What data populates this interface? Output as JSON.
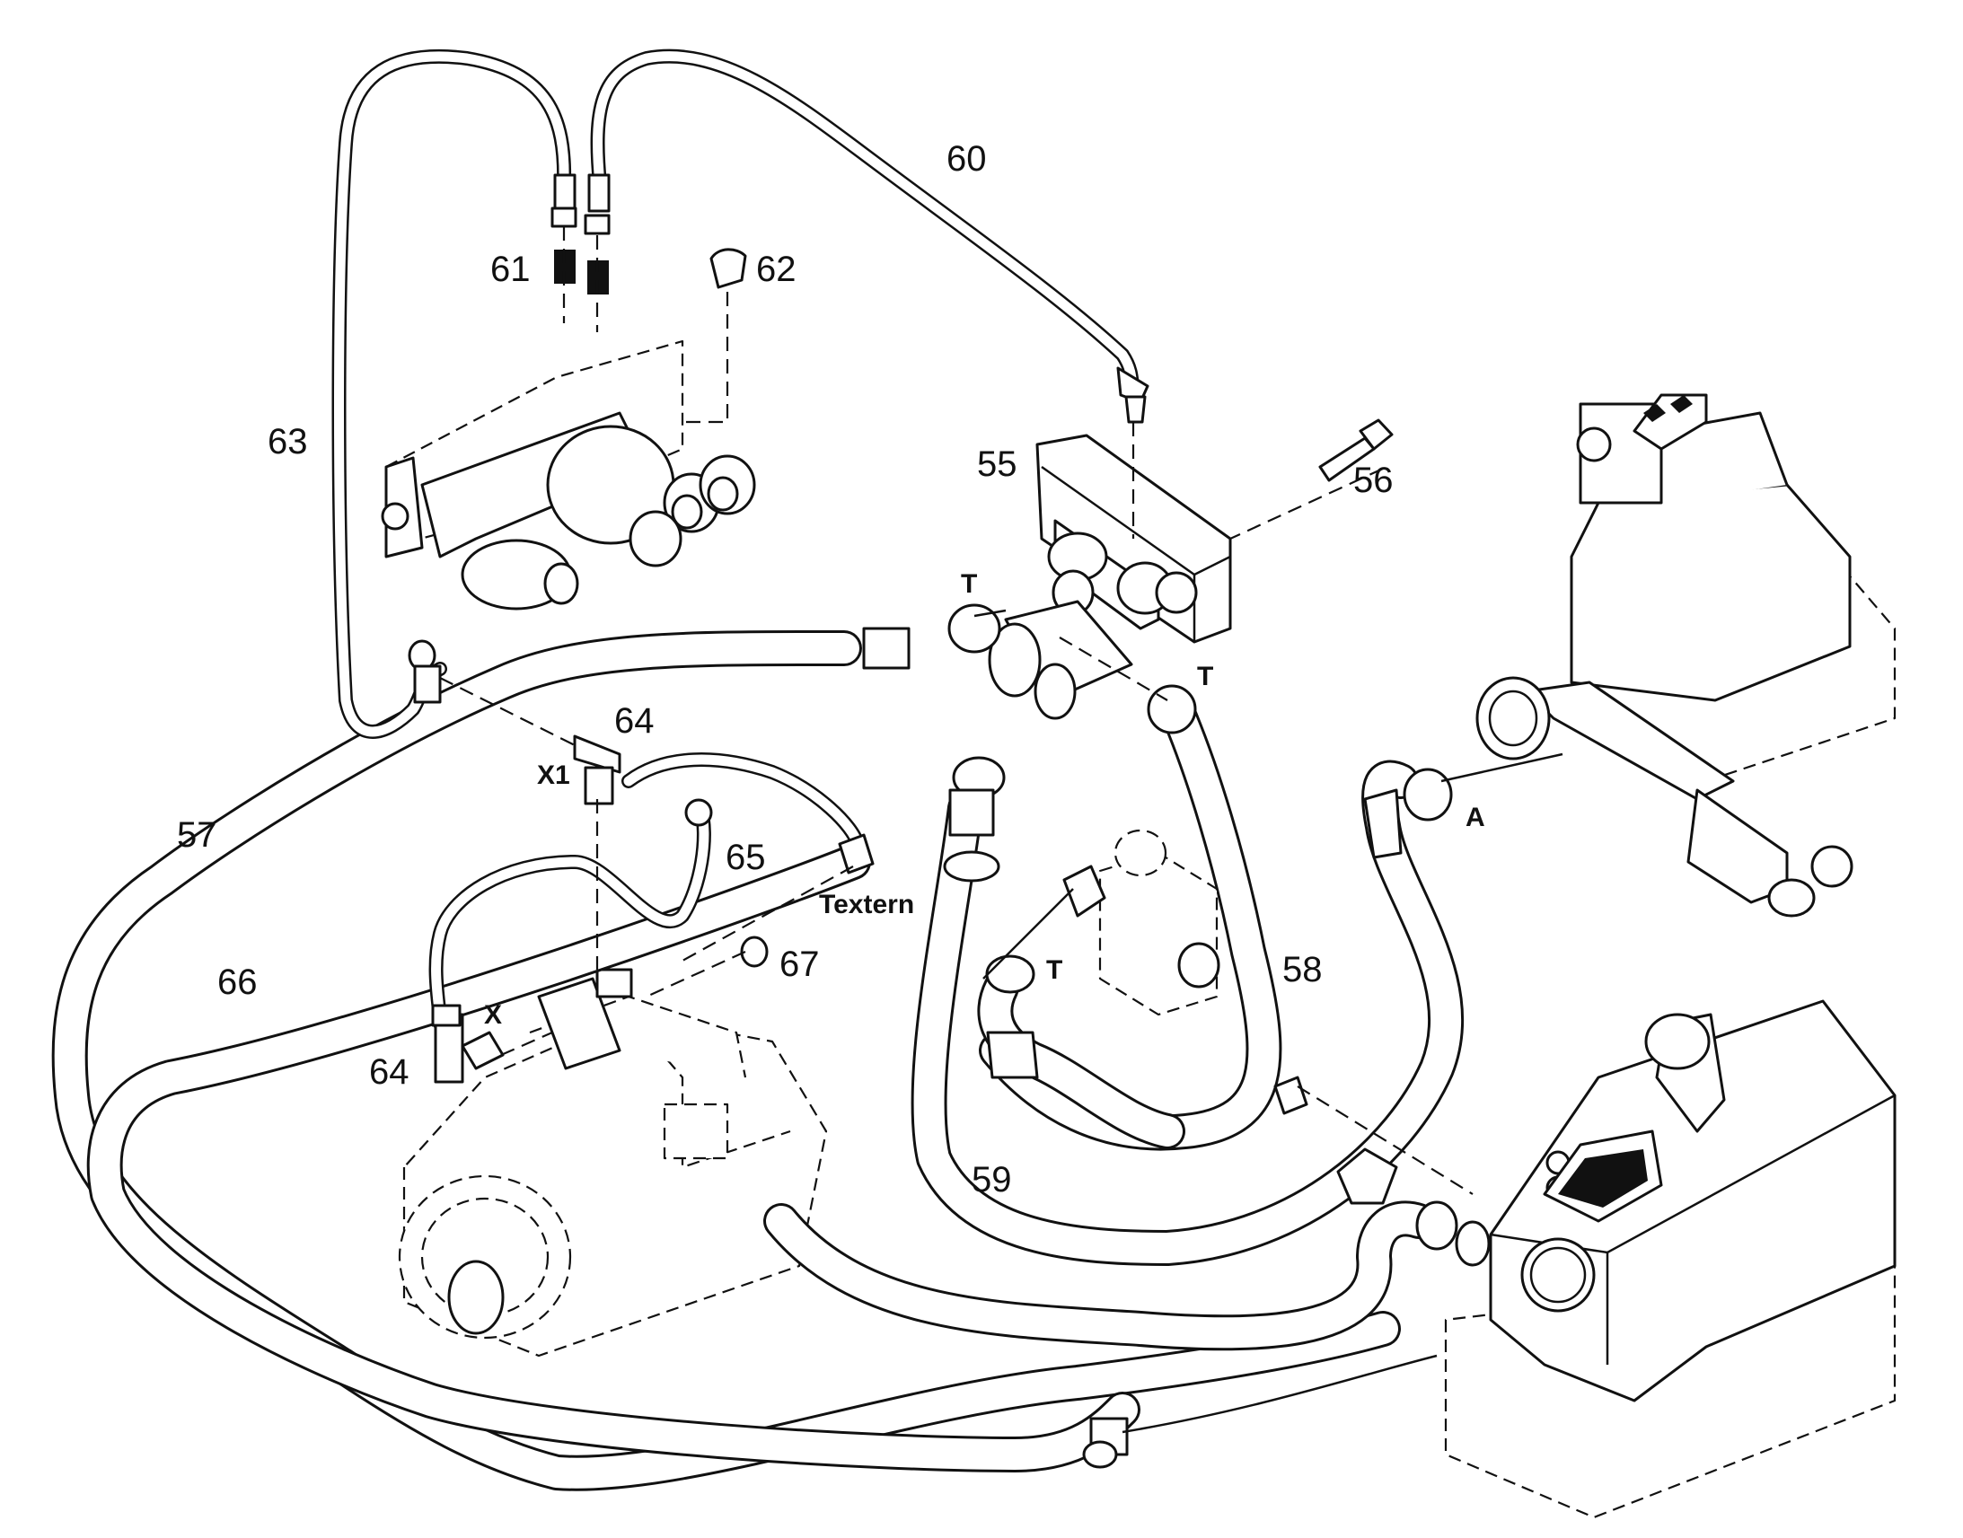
{
  "part_numbers": {
    "p55": "55",
    "p56": "56",
    "p57": "57",
    "p58": "58",
    "p59": "59",
    "p60": "60",
    "p61": "61",
    "p62": "62",
    "p63": "63",
    "p64a": "64",
    "p64b": "64",
    "p65": "65",
    "p66": "66",
    "p67": "67"
  },
  "port_labels": {
    "t1": "T",
    "t2": "T",
    "t3": "T",
    "a": "A",
    "x1": "X1",
    "x": "X",
    "textern": "Textern"
  }
}
